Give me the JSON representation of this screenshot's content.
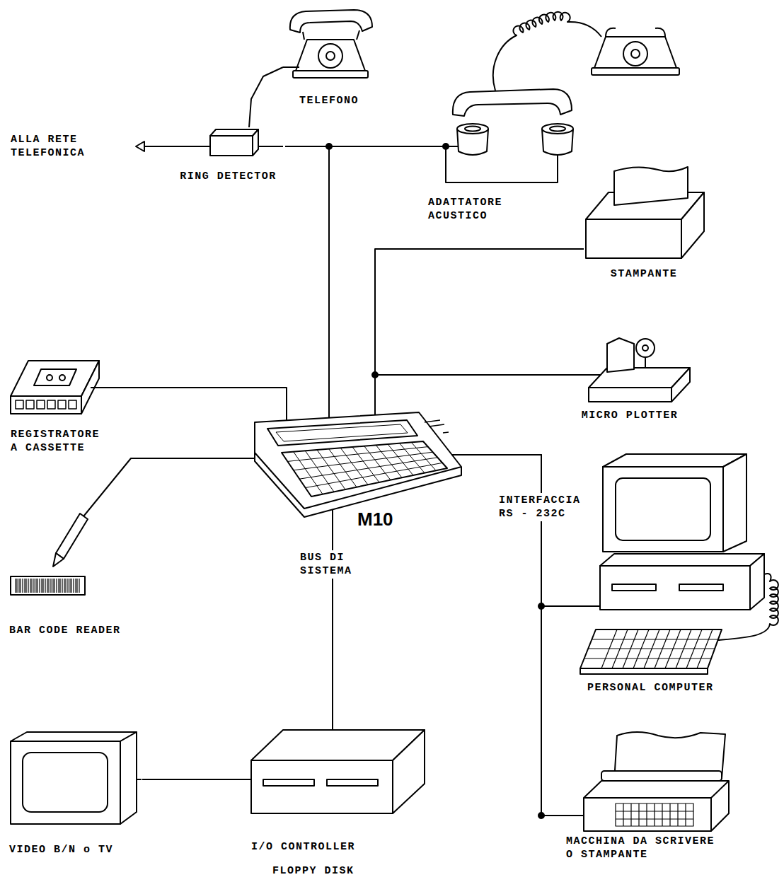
{
  "diagram": {
    "nodes": [
      {
        "text": [
          "TELEFONO"
        ]
      },
      {
        "text": [
          "RING DETECTOR"
        ]
      },
      {
        "text": [
          "ADATTATORE ACUSTICO"
        ]
      },
      {
        "text": [
          "STAMPANTE"
        ]
      },
      {
        "text": [
          "REGISTRATORE A CASSETTE"
        ]
      },
      {
        "text": [
          "MICRO PLOTTER"
        ]
      },
      {
        "text": [
          "M10"
        ]
      },
      {
        "text": [
          "BAR CODE READER"
        ]
      },
      {
        "text": [
          "PERSONAL COMPUTER"
        ]
      },
      {
        "text": [
          "VIDEO B/N o TV"
        ]
      },
      {
        "text": [
          "I/O CONTROLLER",
          "FLOPPY DISK"
        ]
      },
      {
        "text": [
          "MACCHINA DA SCRIVERE O STAMPANTE"
        ]
      }
    ],
    "edges": [
      {
        "from": 0,
        "to": 1,
        "arrow": "none"
      },
      {
        "from": 6,
        "to": 1,
        "arrow": "none"
      },
      {
        "from": 6,
        "to": 2,
        "arrow": "none"
      },
      {
        "from": 6,
        "to": 3,
        "arrow": "none"
      },
      {
        "from": 6,
        "to": 5,
        "arrow": "none"
      },
      {
        "from": 6,
        "to": 4,
        "arrow": "none"
      },
      {
        "from": 6,
        "to": 7,
        "arrow": "none"
      },
      {
        "from": 6,
        "to": 8,
        "arrow": "none",
        "label": "INTERFACCIA RS - 232C"
      },
      {
        "from": 6,
        "to": 11,
        "arrow": "none"
      },
      {
        "from": 6,
        "to": 10,
        "arrow": "none",
        "label": "BUS DI SISTEMA"
      },
      {
        "from": 9,
        "to": 10,
        "arrow": "none"
      }
    ],
    "labels": [
      "ALLA RETE TELEFONICA"
    ]
  }
}
